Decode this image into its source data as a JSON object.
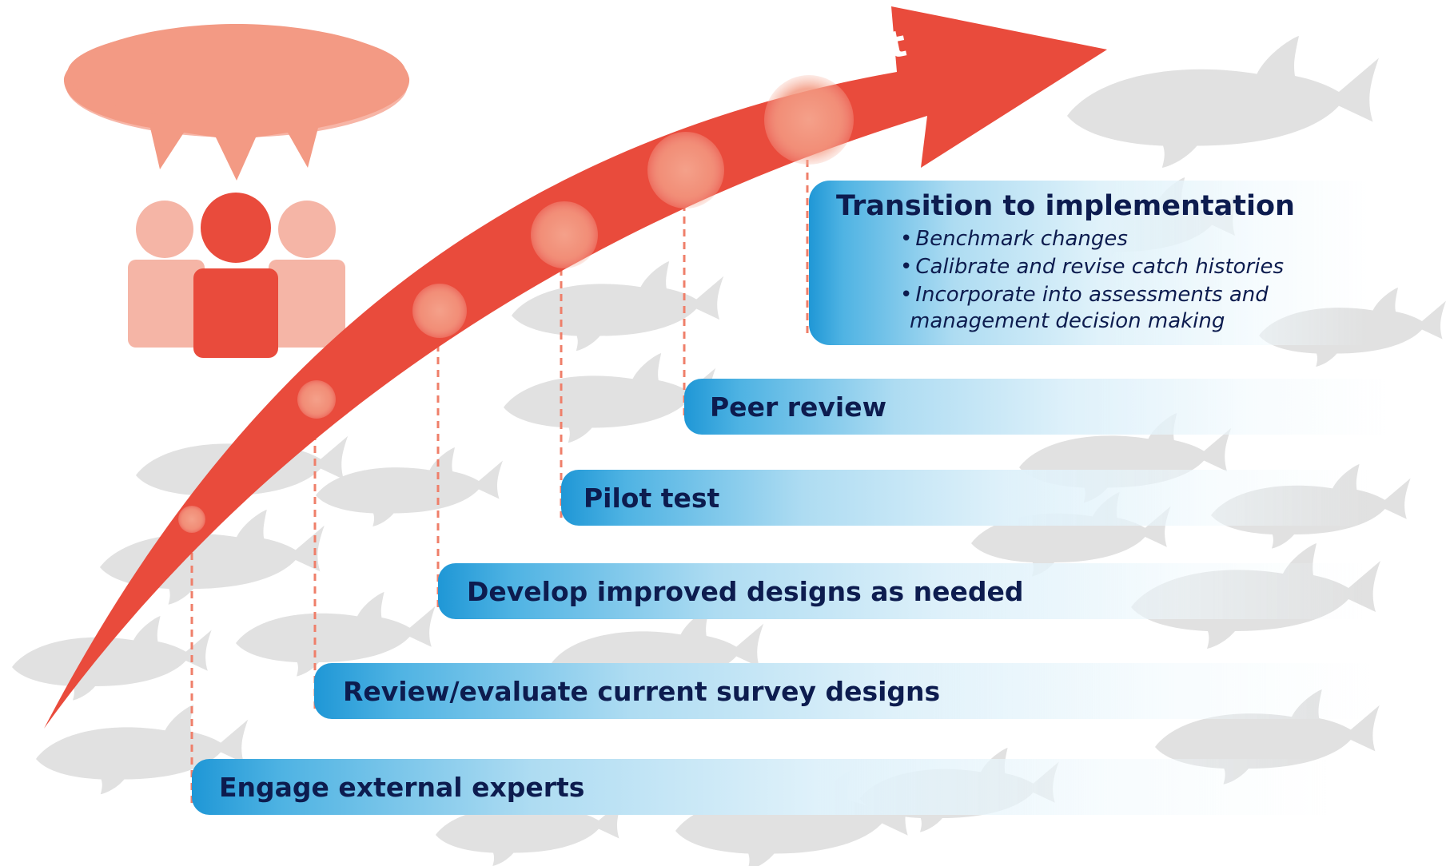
{
  "arrow": {
    "label": "Stakeholder Engagement",
    "color": "#e94b3c"
  },
  "steps": [
    {
      "label": "Engage external experts"
    },
    {
      "label": "Review/evaluate current survey designs"
    },
    {
      "label": "Develop improved designs as needed"
    },
    {
      "label": "Pilot test"
    },
    {
      "label": "Peer review"
    }
  ],
  "implementation": {
    "title": "Transition to implementation",
    "bullets": [
      "Benchmark changes",
      "Calibrate and revise catch histories",
      "Incorporate into assessments and"
    ],
    "continuation": "management  decision making"
  },
  "colors": {
    "text": "#0d1c4f",
    "bar": "#1f97d6",
    "arrow": "#e94b3c",
    "bubble": "#f3a08c",
    "person_center": "#e94b3c",
    "person_side": "#f5b5a6",
    "fish": "#c8c8c8"
  },
  "icons": [
    "speech-bubble-icon",
    "stakeholder-group-icon",
    "fish-silhouette-icon"
  ]
}
